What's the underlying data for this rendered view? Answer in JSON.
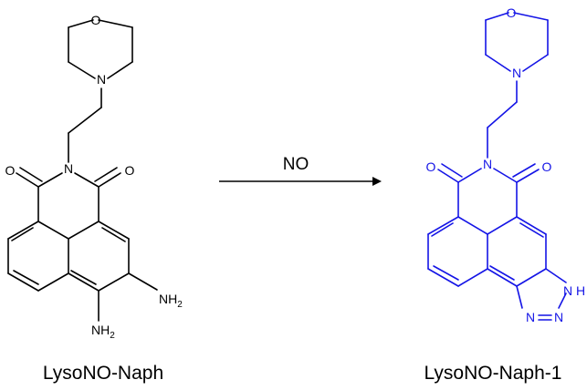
{
  "reactant": {
    "name": "LysoNO-Naph",
    "atoms": {
      "O": "O",
      "N": "N",
      "amine": "NH",
      "amine_sub": "2"
    },
    "color": "#000000"
  },
  "reagent": {
    "label": "NO"
  },
  "product": {
    "name": "LysoNO-Naph-1",
    "atoms": {
      "O": "O",
      "N": "N",
      "triazole_nh": "H",
      "triazole_n": "N"
    },
    "color": "#1414e6"
  }
}
